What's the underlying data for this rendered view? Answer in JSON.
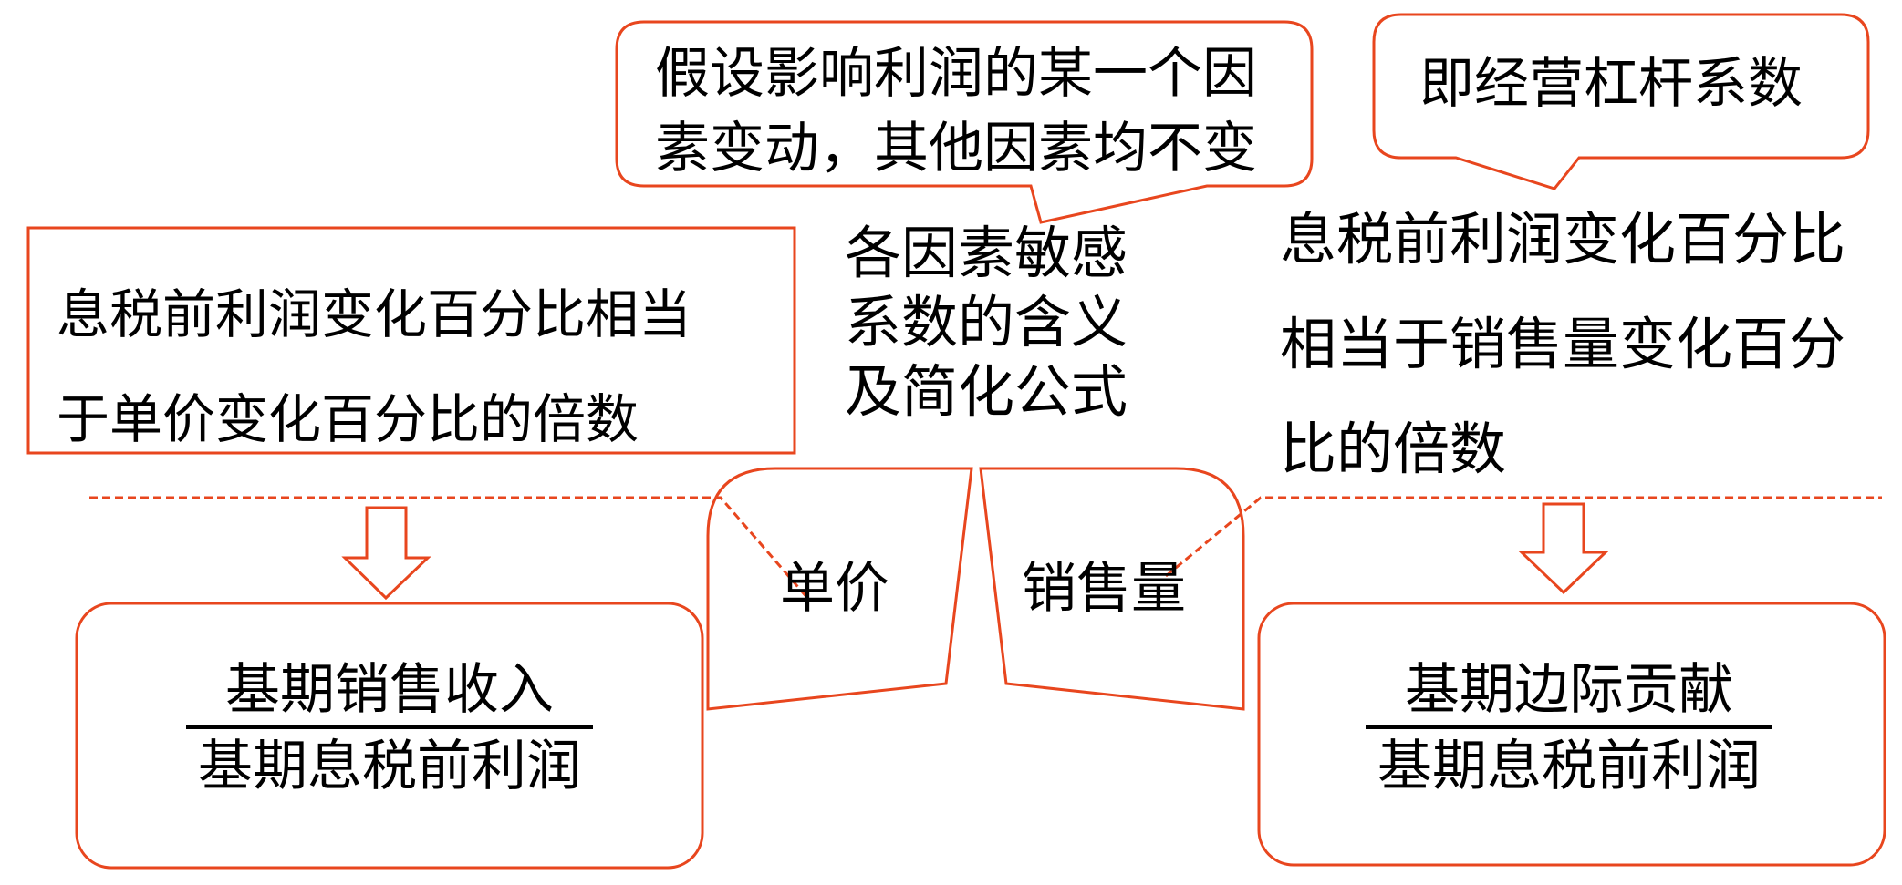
{
  "colors": {
    "accent": "#E8461E",
    "text": "#000000",
    "background": "#FFFFFF"
  },
  "callouts": {
    "assumption": {
      "lines": [
        "假设影响利润的某一个因",
        "素变动，其他因素均不变"
      ]
    },
    "leverage": {
      "text": "即经营杠杆系数"
    }
  },
  "center_title": {
    "lines": [
      "各因素敏感",
      "系数的含义",
      "及简化公式"
    ]
  },
  "left_definition": {
    "lines": [
      "息税前利润变化百分比相当",
      "于单价变化百分比的倍数"
    ]
  },
  "right_definition": {
    "lines": [
      "息税前利润变化百分比",
      "相当于销售量变化百分",
      "比的倍数"
    ]
  },
  "factors": {
    "unit_price": "单价",
    "sales_volume": "销售量"
  },
  "formulas": {
    "unit_price": {
      "numerator": "基期销售收入",
      "denominator": "基期息税前利润"
    },
    "sales_volume": {
      "numerator": "基期边际贡献",
      "denominator": "基期息税前利润"
    }
  }
}
